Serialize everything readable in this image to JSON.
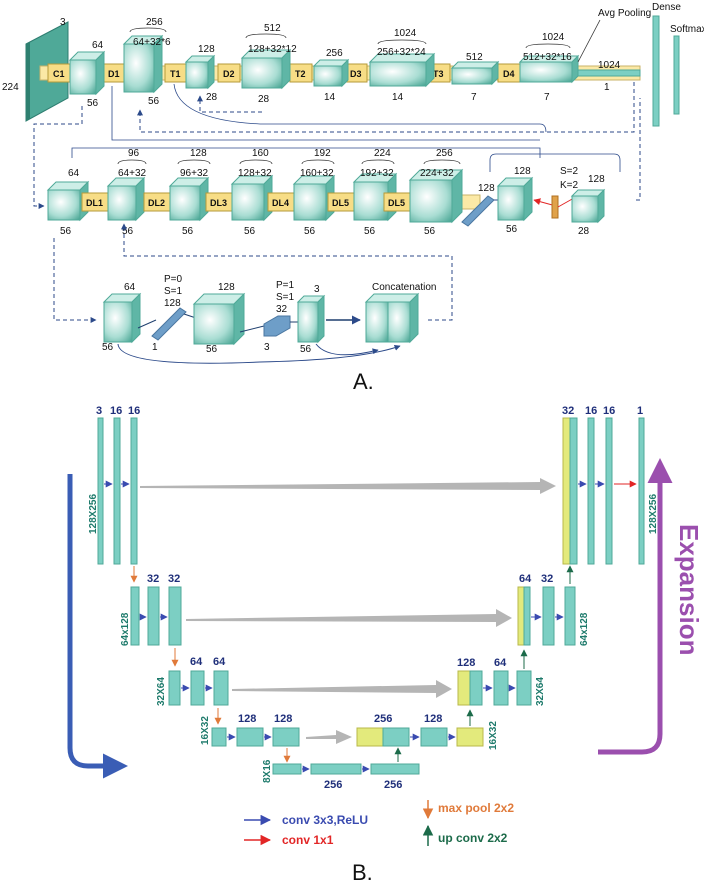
{
  "panel_a": {
    "caption": "A.",
    "input": {
      "depth": "3",
      "size": "224"
    },
    "blocks": {
      "C1": "C1",
      "D1": "D1",
      "T1": "T1",
      "D2": "D2",
      "T2": "T2",
      "D3": "D3",
      "T3": "T3",
      "D4": "D4"
    },
    "top": {
      "b1_ch": "64",
      "b1_sz": "56",
      "b2_top": "256",
      "b2_ch": "64+32*6",
      "b2_sz": "56",
      "b3_ch": "128",
      "b3_sz": "28",
      "b4_top": "512",
      "b4_ch": "128+32*12",
      "b4_sz": "28",
      "b5_ch": "256",
      "b5_sz": "14",
      "b6_top": "1024",
      "b6_ch": "256+32*24",
      "b6_sz": "14",
      "b7_ch": "512",
      "b7_sz": "7",
      "b8_top": "1024",
      "b8_ch": "512+32*16",
      "b8_sz": "7",
      "avg_pooling": "Avg Pooling",
      "fc_ch": "1024",
      "fc_sz": "1",
      "dense": "Dense",
      "softmax": "Softmax"
    },
    "dense_block": {
      "blocks": [
        "DL1",
        "DL2",
        "DL3",
        "DL4",
        "DL5",
        "DL5"
      ],
      "cubes": [
        {
          "top": "",
          "ch": "64",
          "sz": "56"
        },
        {
          "top": "96",
          "ch": "64+32",
          "sz": "56"
        },
        {
          "top": "128",
          "ch": "96+32",
          "sz": "56"
        },
        {
          "top": "160",
          "ch": "128+32",
          "sz": "56"
        },
        {
          "top": "192",
          "ch": "160+32",
          "sz": "56"
        },
        {
          "top": "224",
          "ch": "192+32",
          "sz": "56"
        },
        {
          "top": "256",
          "ch": "224+32",
          "sz": "56"
        }
      ],
      "flat_ch": "128",
      "trans_ch": "128",
      "trans_sz": "56",
      "stride": "S=2",
      "kernel": "K=2",
      "out_ch": "128",
      "out_sz": "28"
    },
    "dense_layer": {
      "c1_ch": "64",
      "c1_sz": "56",
      "conv1": {
        "p": "P=0",
        "s": "S=1",
        "ch": "128",
        "k": "1"
      },
      "c2_ch": "128",
      "c2_sz": "56",
      "conv2": {
        "p": "P=1",
        "s": "S=1",
        "ch": "32",
        "k": "3"
      },
      "c3_ch": "3",
      "c3_sz": "56",
      "concat": "Concatenation"
    }
  },
  "panel_b": {
    "caption": "B.",
    "expansion": "Expansion",
    "enc": {
      "l1": [
        "3",
        "16",
        "16"
      ],
      "l1_dim": "128X256",
      "l2": [
        "32",
        "32"
      ],
      "l2_dim": "64x128",
      "l3": [
        "64",
        "64"
      ],
      "l3_dim": "32X64",
      "l4": [
        "128",
        "128"
      ],
      "l4_dim": "16X32",
      "l5": [
        "256",
        "256"
      ],
      "l5_dim": "8X16"
    },
    "dec": {
      "d4": [
        "256",
        "128"
      ],
      "d4_dim": "16X32",
      "d3": [
        "128",
        "64"
      ],
      "d3_dim": "32X64",
      "d2": [
        "64",
        "32"
      ],
      "d2_dim": "64x128",
      "d1": [
        "32",
        "16",
        "16",
        "1"
      ],
      "d1_dim": "128X256"
    },
    "legend": {
      "conv": "conv 3x3,ReLU",
      "conv1x1": "conv 1x1",
      "maxpool": "max pool 2x2",
      "upconv": "up conv 2x2"
    },
    "colors": {
      "teal": "#7ccfc3",
      "yellow": "#e3ea7c",
      "blue": "#3a4bb0",
      "red": "#e22626",
      "orange": "#e07a3a",
      "green": "#1c6b4a",
      "purple": "#9b4fae",
      "gray": "#a8a8a8"
    }
  }
}
